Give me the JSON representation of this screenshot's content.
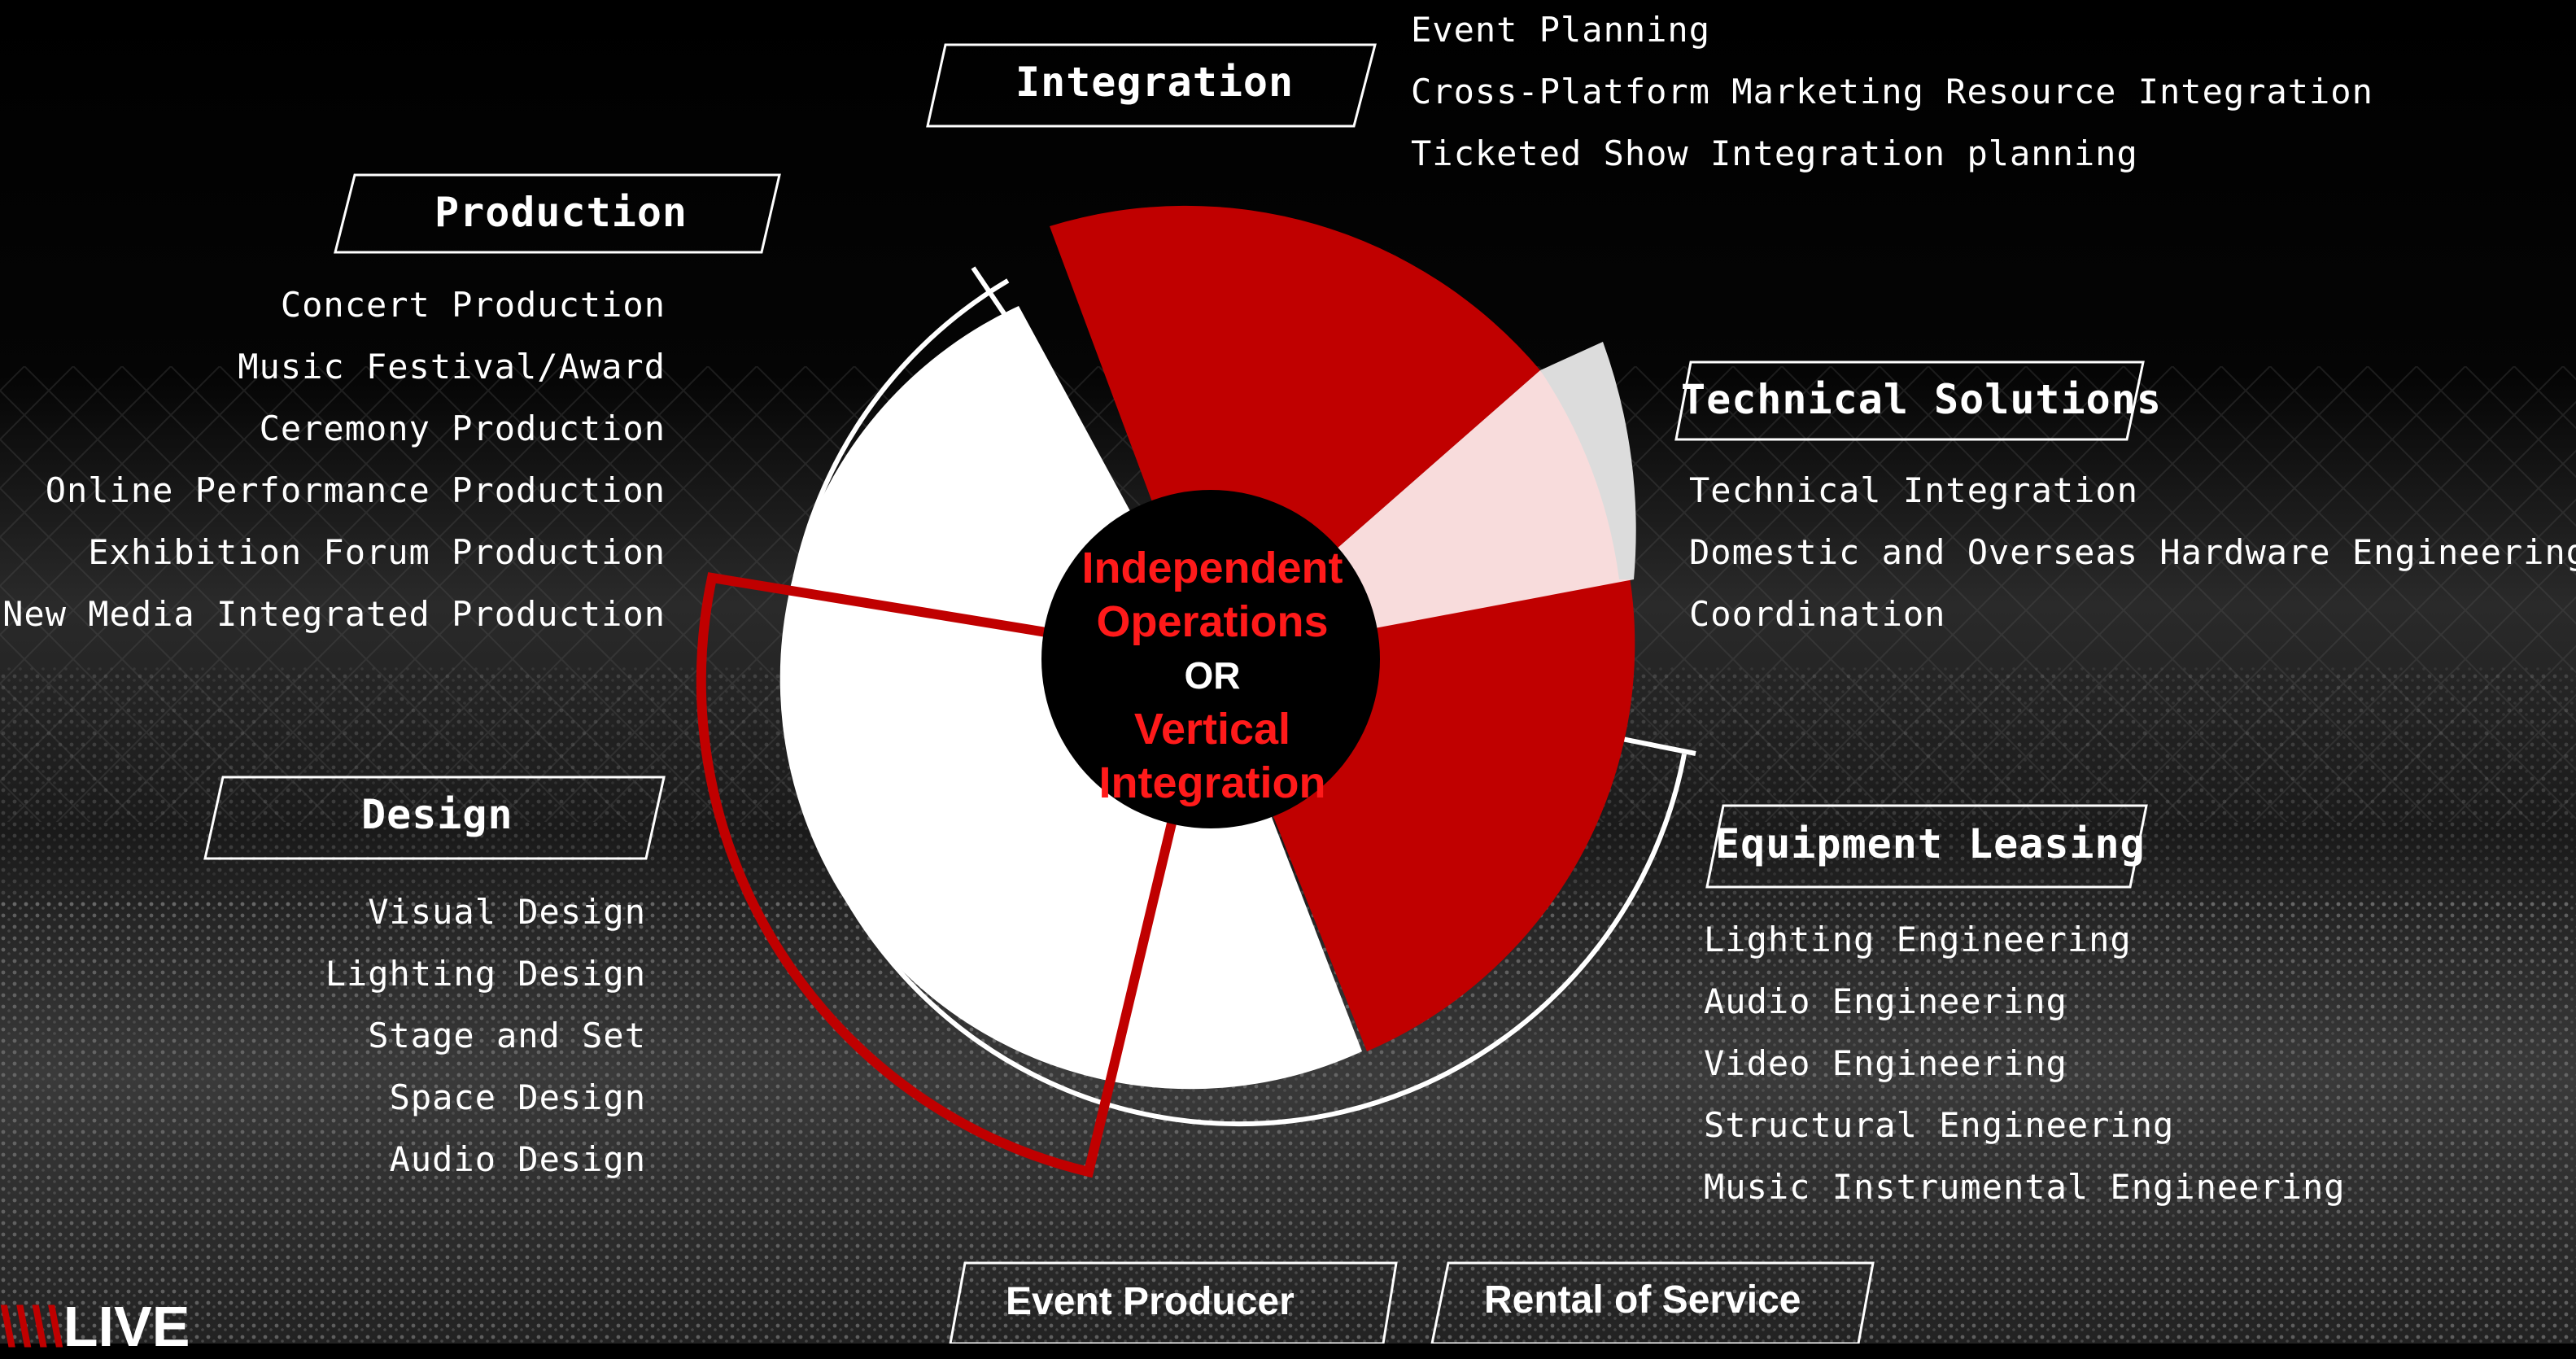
{
  "center": {
    "line1": "Independent",
    "line2": "Operations",
    "line3": "OR",
    "line4": "Vertical",
    "line5": "Integration"
  },
  "sections": {
    "integration": {
      "title": "Integration",
      "items": [
        "Event Planning",
        "Cross-Platform Marketing Resource Integration",
        "Ticketed Show Integration planning"
      ]
    },
    "production": {
      "title": "Production",
      "items": [
        "Concert Production",
        "Music Festival/Award",
        "Ceremony Production",
        "Online Performance Production",
        "Exhibition Forum Production",
        "New Media Integrated Production"
      ]
    },
    "technical": {
      "title": "Technical Solutions",
      "items": [
        "Technical Integration",
        "Domestic and Overseas Hardware Engineering",
        "Coordination"
      ]
    },
    "equipment": {
      "title": "Equipment Leasing",
      "items": [
        "Lighting Engineering",
        "Audio Engineering",
        "Video Engineering",
        "Structural Engineering",
        "Music Instrumental Engineering"
      ]
    },
    "design": {
      "title": "Design",
      "items": [
        "Visual Design",
        "Lighting Design",
        "Stage and Set",
        "Space Design",
        "Audio Design"
      ]
    }
  },
  "bottom": {
    "event_producer": "Event Producer",
    "rental_service": "Rental of Service"
  },
  "logo": {
    "accent": "\\\\\\\\",
    "text": "LIVE"
  },
  "colors": {
    "red": "#c00000",
    "bright_red": "#ff1a1a",
    "white": "#ffffff",
    "pale_pink": "#f8dcdc",
    "light_gray": "#dcdcdc",
    "background": "#000000"
  }
}
